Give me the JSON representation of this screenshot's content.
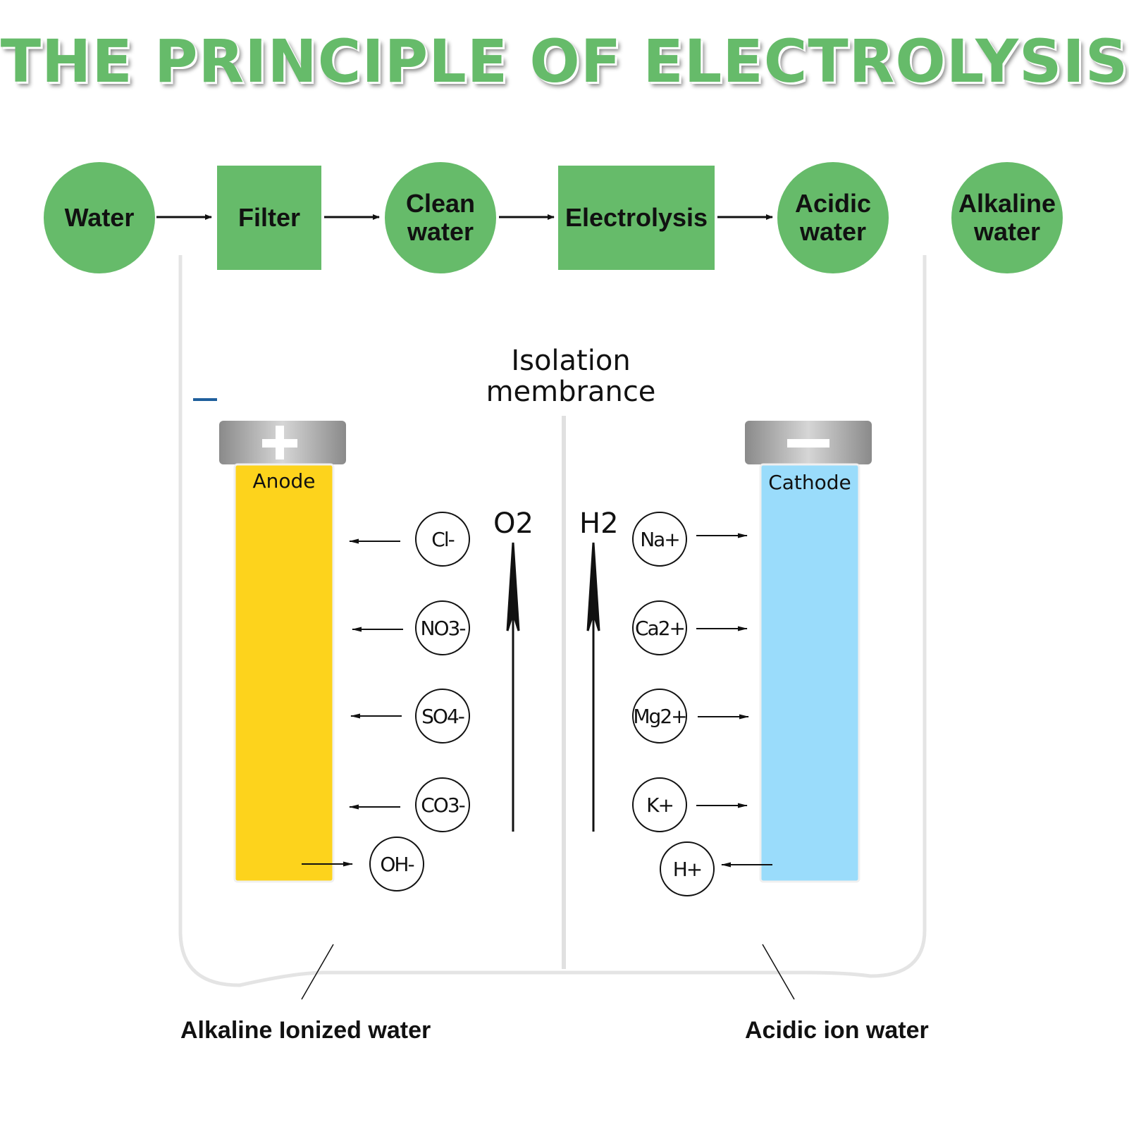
{
  "title": "THE PRINCIPLE OF ELECTROLYSIS",
  "flow": {
    "water": "Water",
    "filter": "Filter",
    "clean_water": "Clean\nwater",
    "electrolysis": "Electrolysis",
    "acidic_water": "Acidic\nwater",
    "alkaline_water": "Alkaline\nwater"
  },
  "membrane_label": "Isolation\nmembrance",
  "anode": {
    "symbol": "+",
    "label": "Anode",
    "color": "#fdd31c"
  },
  "cathode": {
    "symbol": "−",
    "label": "Cathode",
    "color": "#9adcfb"
  },
  "gases": {
    "left": "O2",
    "right": "H2"
  },
  "anions": [
    "Cl-",
    "NO3-",
    "SO4-",
    "CO3-"
  ],
  "anode_ion_out": "OH-",
  "cations": [
    "Na+",
    "Ca2+",
    "Mg2+",
    "K+"
  ],
  "cathode_ion_out": "H+",
  "bottom": {
    "left": "Alkaline Ionized water",
    "right": "Acidic ion water"
  },
  "colors": {
    "accent_green": "#66bb6a"
  }
}
